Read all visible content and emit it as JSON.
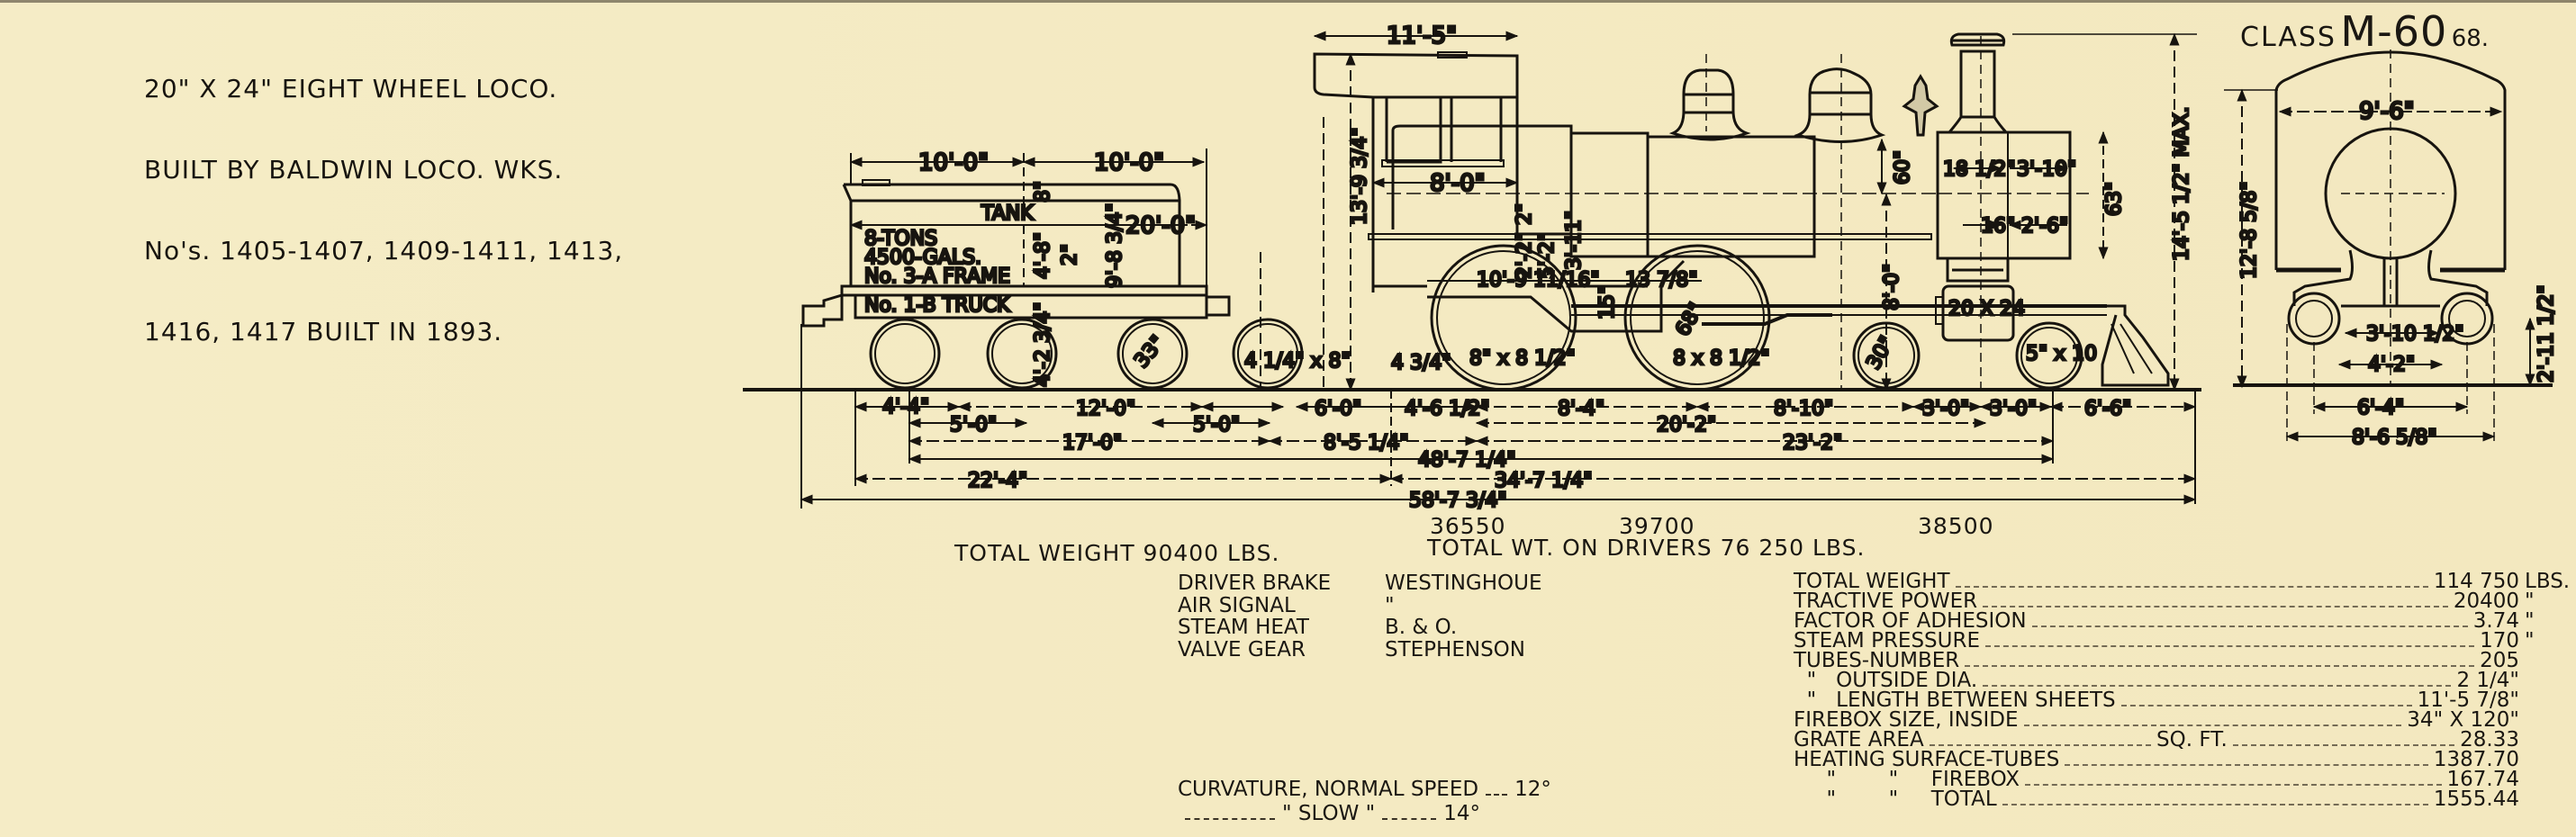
{
  "header": {
    "lines": [
      "20\" X 24\" EIGHT WHEEL LOCO.",
      "BUILT BY BALDWIN LOCO. WKS.",
      "No's. 1405-1407, 1409-1411, 1413,",
      "1416, 1417 BUILT IN 1893."
    ]
  },
  "class_label": {
    "prefix": "CLASS",
    "main": "M-60",
    "suffix": "68."
  },
  "tender": {
    "tank_label": "TANK",
    "capacity_lines": [
      "8-TONS",
      "4500-GALS.",
      "No. 3-A FRAME"
    ],
    "truck_label": "No. 1-B TRUCK"
  },
  "dimensions": {
    "tender_half_1": "10'-0\"",
    "tender_half_2": "10'-0\"",
    "tender_length": "20'-0\"",
    "tender_height": "9'-8 3/4\"",
    "tank_top": "8\"",
    "tank_mid": "4'-8\"",
    "frame": "2\"",
    "tender_deck": "4'-2 3/4\"",
    "tender_wheel": "33\"",
    "journal": "4 1/4\" x 8\"",
    "cab_height": "13'-9 3/4\"",
    "cab_roof": "11'-5\"",
    "cab_width": "8'-0\"",
    "cyl_a": "2\"",
    "cyl_b": "2'-2\"",
    "cyl_c": "5'-2\"",
    "cyl_d": "3'-11\"",
    "rod_1": "10'-9 11/16\"",
    "rod_2": "13 7/8\"",
    "stroke": "15\"",
    "driver_dia": "68\"",
    "journal_d1": "8\" x 8 1/2\"",
    "journal_d2": "8 x 8 1/2\"",
    "drawbar": "4 3/4\"",
    "boiler_center": "8'-0\"",
    "dome": "60\"",
    "smokebox_a": "18 1/2\"",
    "smokebox_b": "3'-10\"",
    "smokebox_c": "16\"",
    "smokebox_d": "2'-6\"",
    "smokebox_h": "63\"",
    "max_height": "14'-5 1/2\" MAX.",
    "cylinder": "20 X 24",
    "truck_wheel": "30\"",
    "truck_journal": "5\" x 10",
    "end_height": "12'-8 5/8\"",
    "end_width": "9'-6\"",
    "end_a": "3'-10 1/2\"",
    "end_b": "4'-2\"",
    "end_c": "6'-4\"",
    "end_d": "8'-6 5/8\"",
    "end_e": "2'-11 1/2\"",
    "row1": [
      "4'-4\"",
      "12'-0\"",
      "6'-0\"",
      "4'-6 1/2\"",
      "8'-4\"",
      "8'-10\"",
      "3'-0\"",
      "3'-0\"",
      "6'-6\""
    ],
    "row2": [
      "5'-0\"",
      "5'-0\"",
      "20'-2\""
    ],
    "row3": [
      "17'-0\"",
      "8'-5 1/4\"",
      "23'-2\""
    ],
    "row4": [
      "48'-7 1/4\""
    ],
    "row5": [
      "22'-4\"",
      "34'-7 1/4\""
    ],
    "row6": [
      "58'-7 3/4\""
    ]
  },
  "weights": {
    "axle_1": "36550",
    "axle_2": "39700",
    "axle_3": "38500",
    "tender_total": "TOTAL WEIGHT  90400 LBS.",
    "drivers_total": "TOTAL WT. ON DRIVERS  76 250 LBS."
  },
  "equipment": [
    {
      "label": "DRIVER BRAKE",
      "value": "WESTINGHOUE"
    },
    {
      "label": "AIR SIGNAL",
      "value": "\""
    },
    {
      "label": "STEAM HEAT",
      "value": "B. & O."
    },
    {
      "label": "VALVE GEAR",
      "value": "STEPHENSON"
    }
  ],
  "curvature": [
    {
      "label": "CURVATURE, NORMAL SPEED",
      "value": "12°"
    },
    {
      "label": "\"      SLOW      \"",
      "value": "14°"
    }
  ],
  "specs": [
    {
      "label": "TOTAL WEIGHT",
      "value": "114 750",
      "unit": "LBS."
    },
    {
      "label": "TRACTIVE POWER",
      "value": "20400",
      "unit": "\""
    },
    {
      "label": "FACTOR OF ADHESION",
      "value": "3.74",
      "unit": "\""
    },
    {
      "label": "STEAM PRESSURE",
      "value": "170",
      "unit": "\""
    },
    {
      "label": "TUBES-NUMBER",
      "value": "205",
      "unit": ""
    },
    {
      "label": "  \"   OUTSIDE DIA.",
      "value": "2 1/4\"",
      "unit": ""
    },
    {
      "label": "  \"   LENGTH BETWEEN SHEETS",
      "value": "11'-5 7/8\"",
      "unit": ""
    },
    {
      "label": "FIREBOX SIZE, INSIDE",
      "value": "34\" X 120\"",
      "unit": ""
    },
    {
      "label": "GRATE AREA",
      "mid": "SQ. FT.",
      "value": "28.33",
      "unit": ""
    },
    {
      "label": "HEATING SURFACE-TUBES",
      "value": "1387.70",
      "unit": ""
    },
    {
      "label": "     \"        \"     FIREBOX",
      "value": "167.74",
      "unit": ""
    },
    {
      "label": "     \"        \"     TOTAL",
      "value": "1555.44",
      "unit": ""
    }
  ],
  "colors": {
    "paper": "#f4ebc4",
    "ink": "#17140f"
  }
}
